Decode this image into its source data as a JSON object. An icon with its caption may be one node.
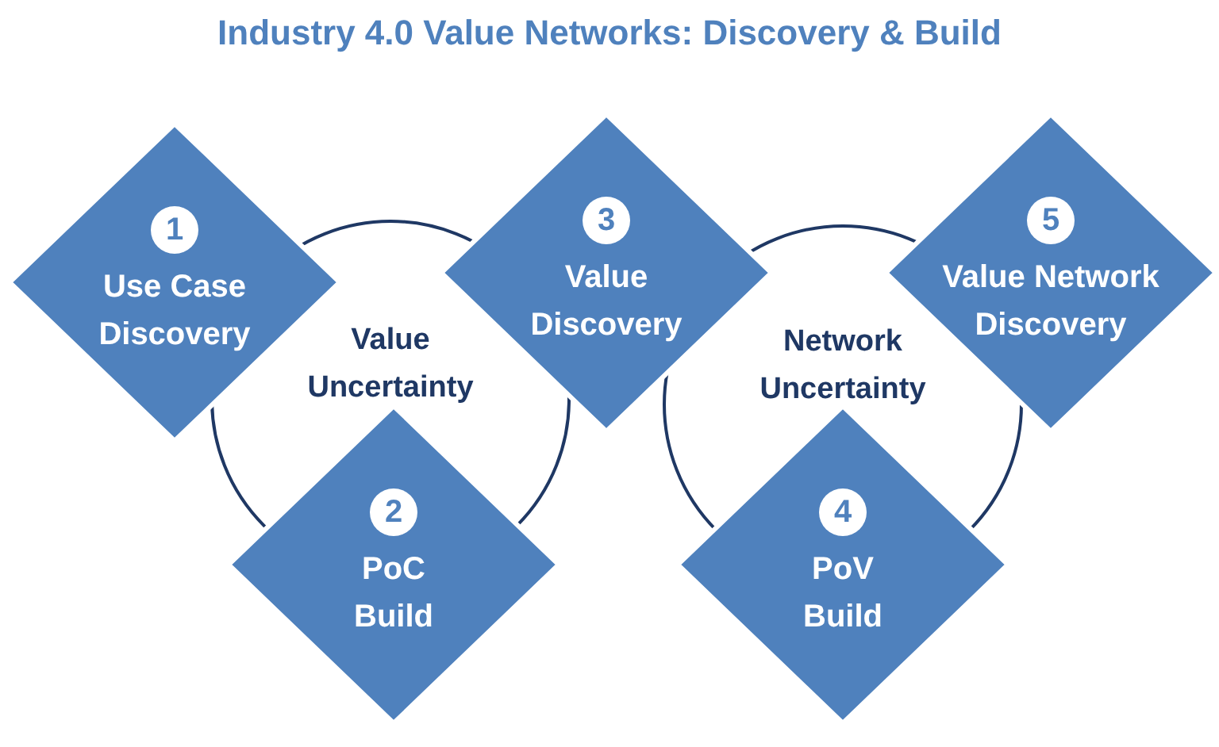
{
  "diagram": {
    "title": "Industry 4.0 Value Networks: Discovery & Build",
    "nodes": [
      {
        "text": [
          "Value Uncertainty"
        ]
      },
      {
        "text": [
          "Network Uncertainty"
        ]
      },
      {
        "text": [
          "1",
          "Use Case Discovery"
        ]
      },
      {
        "text": [
          "3",
          "Value Discovery"
        ]
      },
      {
        "text": [
          "5",
          "Value Network Discovery"
        ]
      },
      {
        "text": [
          "2",
          "PoC Build"
        ]
      },
      {
        "text": [
          "4",
          "PoV Build"
        ]
      }
    ],
    "edges": []
  }
}
